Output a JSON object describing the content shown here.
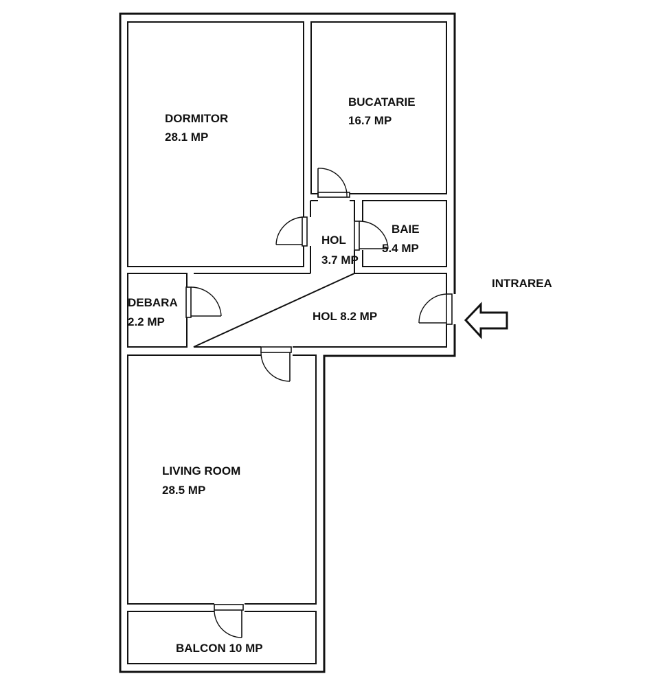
{
  "plan": {
    "rooms": [
      {
        "id": "dormitor",
        "name": "DORMITOR",
        "area": "28.1 MP"
      },
      {
        "id": "bucatarie",
        "name": "BUCATARIE",
        "area": "16.7 MP"
      },
      {
        "id": "hol-small",
        "name": "HOL",
        "area": "3.7 MP"
      },
      {
        "id": "baie",
        "name": "BAIE",
        "area": "5.4 MP"
      },
      {
        "id": "debara",
        "name": "DEBARA",
        "area": "2.2 MP"
      },
      {
        "id": "hol-main",
        "label": "HOL 8.2 MP"
      },
      {
        "id": "living",
        "name": "LIVING ROOM",
        "area": "28.5 MP"
      },
      {
        "id": "balcon",
        "label": "BALCON 10 MP"
      }
    ],
    "entrance_label": "INTRAREA",
    "colors": {
      "wall": "#111111",
      "background": "#ffffff"
    }
  }
}
